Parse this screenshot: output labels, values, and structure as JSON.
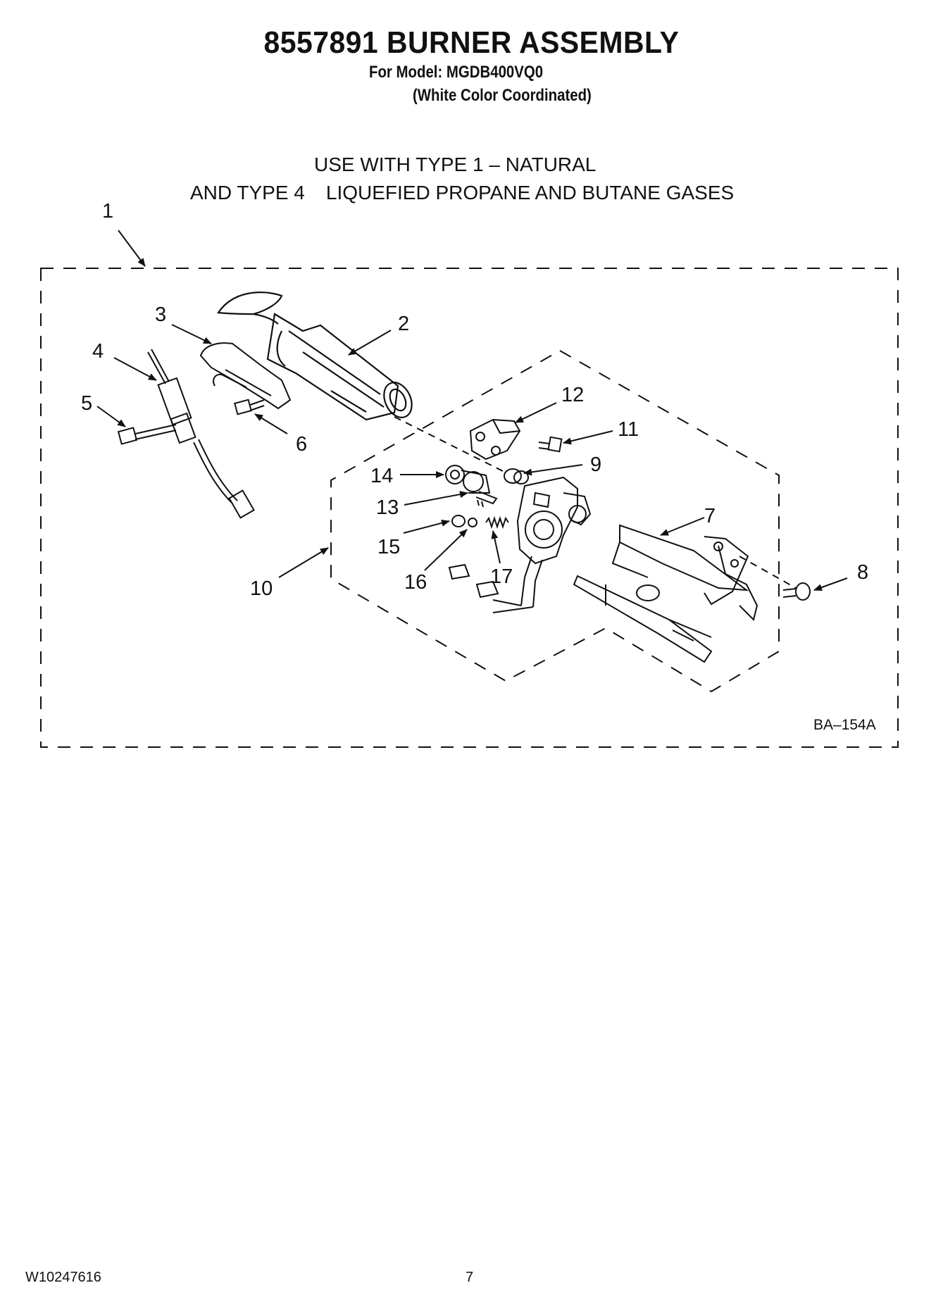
{
  "header": {
    "title": "8557891 BURNER ASSEMBLY",
    "model": "For Model: MGDB400VQ0",
    "color": "(White Color Coordinated)"
  },
  "usage": {
    "line1": "USE WITH TYPE 1 –  NATURAL",
    "line2a": "AND TYPE 4",
    "line2b": "LIQUEFIED PROPANE AND BUTANE GASES"
  },
  "diagram": {
    "code": "BA–154A",
    "callouts": [
      "1",
      "2",
      "3",
      "4",
      "5",
      "6",
      "7",
      "8",
      "9",
      "10",
      "11",
      "12",
      "13",
      "14",
      "15",
      "16",
      "17"
    ]
  },
  "footer": {
    "doc_number": "W10247616",
    "page_number": "7"
  }
}
